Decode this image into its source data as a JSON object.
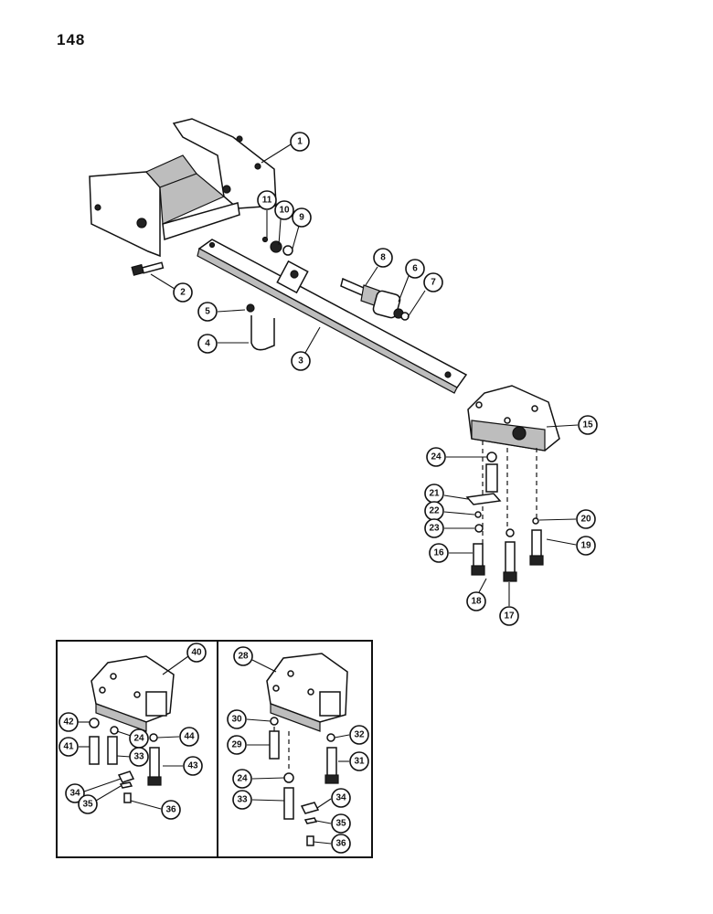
{
  "page": {
    "number": "148"
  },
  "callouts": {
    "c1": "1",
    "c2": "2",
    "c3": "3",
    "c4": "4",
    "c5": "5",
    "c6": "6",
    "c7": "7",
    "c8": "8",
    "c9": "9",
    "c10": "10",
    "c11": "11",
    "c15": "15",
    "c16": "16",
    "c17": "17",
    "c18": "18",
    "c19": "19",
    "c20": "20",
    "c21": "21",
    "c22": "22",
    "c23": "23",
    "c24": "24",
    "i_c40": "40",
    "i_c42": "42",
    "i_c24": "24",
    "i_c44": "44",
    "i_c41": "41",
    "i_c33": "33",
    "i_c43": "43",
    "i_c34": "34",
    "i_c35": "35",
    "i_c36": "36",
    "j_c28": "28",
    "j_c30": "30",
    "j_c32": "32",
    "j_c29": "29",
    "j_c31": "31",
    "j_c24": "24",
    "j_c33": "33",
    "j_c34": "34",
    "j_c35": "35",
    "j_c36": "36"
  }
}
